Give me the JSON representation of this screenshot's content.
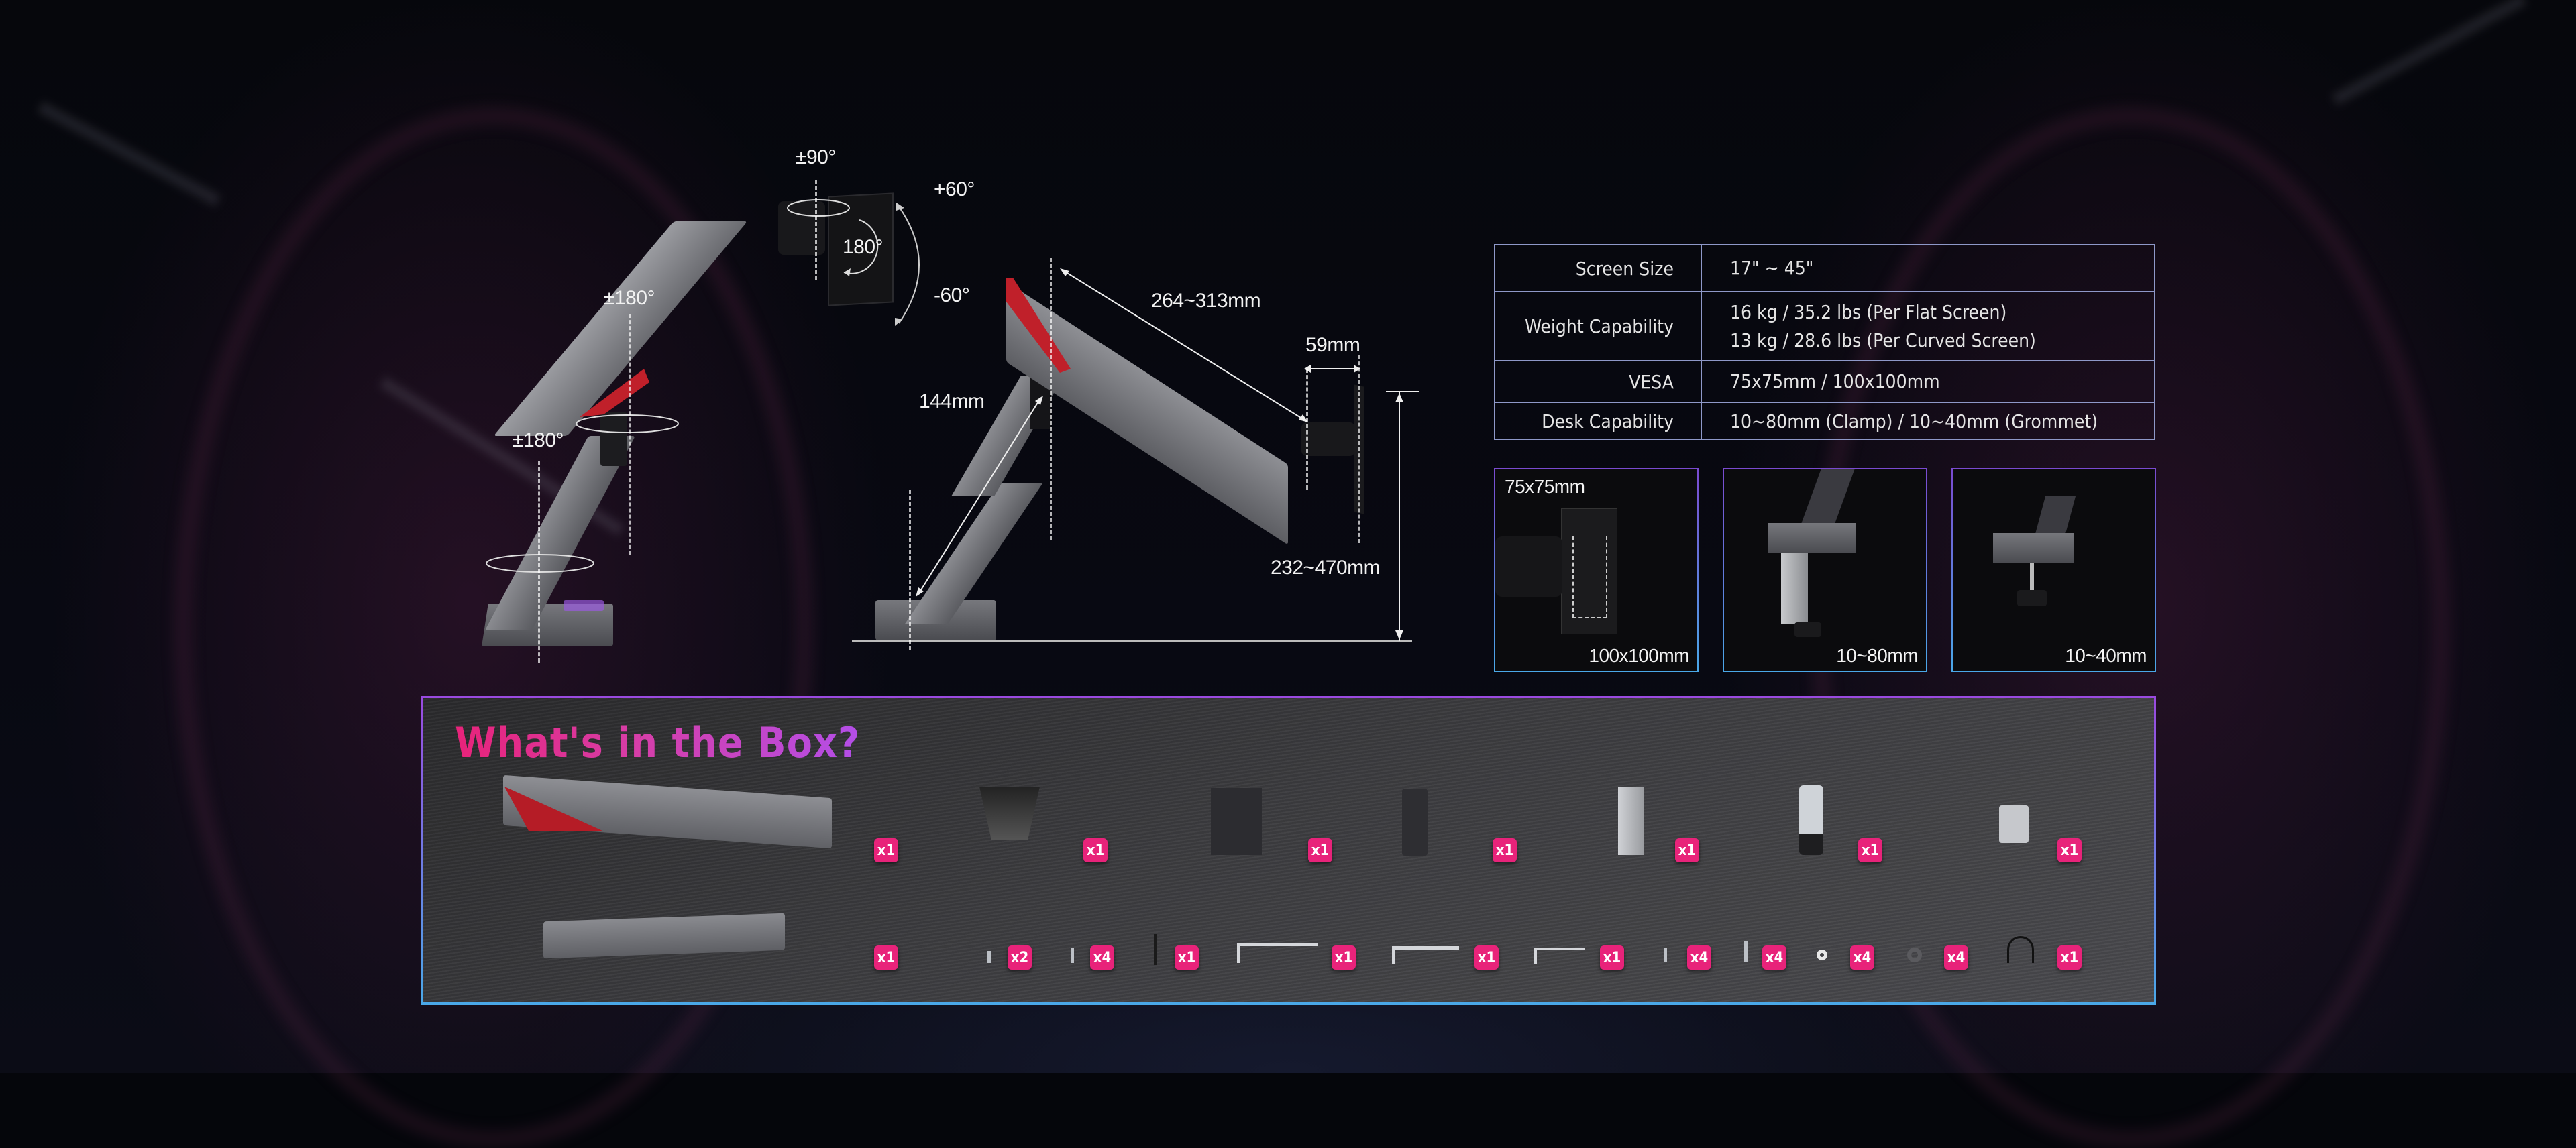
{
  "diagram_labels": {
    "tilt_swivel_top": "±90°",
    "tilt_up": "+60°",
    "tilt_down": "-60°",
    "rotation": "180°",
    "upper_arm_swivel": "±180°",
    "lower_arm_swivel": "±180°",
    "lower_arm_length": "144mm",
    "upper_arm_length": "264~313mm",
    "vesa_offset": "59mm",
    "height_range": "232~470mm"
  },
  "spec_table": {
    "rows": [
      {
        "label": "Screen Size",
        "values": [
          "17\" ~ 45\""
        ]
      },
      {
        "label": "Weight Capability",
        "values": [
          "16 kg  /  35.2 lbs (Per Flat Screen)",
          "13 kg  /  28.6 lbs (Per Curved Screen)"
        ]
      },
      {
        "label": "VESA",
        "values": [
          "75x75mm  / 100x100mm"
        ]
      },
      {
        "label": "Desk Capability",
        "values": [
          "10~80mm (Clamp) / 10~40mm (Grommet)"
        ]
      }
    ]
  },
  "feature_panels": [
    {
      "top_label": "75x75mm",
      "bottom_label": "100x100mm",
      "subject": "vesa-plate"
    },
    {
      "bottom_label": "10~80mm",
      "subject": "desk-clamp"
    },
    {
      "bottom_label": "10~40mm",
      "subject": "grommet-mount"
    }
  ],
  "box": {
    "title": "What's in the Box?",
    "accent_color": "#e8237a",
    "row1": [
      {
        "item": "upper-arm",
        "qty": "x1"
      },
      {
        "item": "base",
        "qty": "x1"
      },
      {
        "item": "vesa-plate",
        "qty": "x1"
      },
      {
        "item": "cable-cover",
        "qty": "x1"
      },
      {
        "item": "clamp-bracket",
        "qty": "x1"
      },
      {
        "item": "clamp-screw",
        "qty": "x1"
      },
      {
        "item": "grommet-plate",
        "qty": "x1"
      }
    ],
    "row2": [
      {
        "item": "arm-cover",
        "qty": "x1"
      },
      {
        "item": "short-screw",
        "qty": "x2"
      },
      {
        "item": "screw",
        "qty": "x4"
      },
      {
        "item": "long-black-screw",
        "qty": "x1"
      },
      {
        "item": "large-allen-key",
        "qty": "x1"
      },
      {
        "item": "medium-allen-key",
        "qty": "x1"
      },
      {
        "item": "small-allen-key",
        "qty": "x1"
      },
      {
        "item": "m4-screw",
        "qty": "x4"
      },
      {
        "item": "long-screw",
        "qty": "x4"
      },
      {
        "item": "washer",
        "qty": "x4"
      },
      {
        "item": "spacer",
        "qty": "x4"
      },
      {
        "item": "usb-cable",
        "qty": "x1"
      }
    ]
  }
}
